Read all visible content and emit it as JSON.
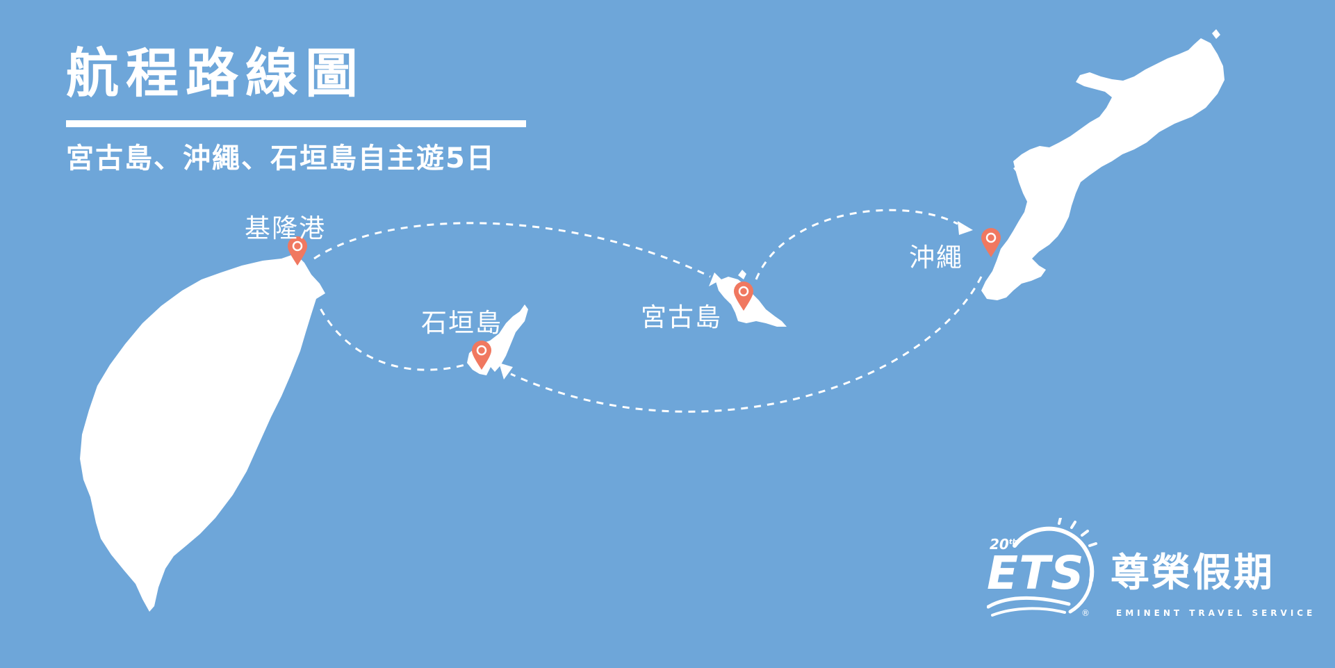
{
  "title": "航程路線圖",
  "subtitle": "宮古島、沖繩、石垣島自主遊5日",
  "places": {
    "keelung": "基隆港",
    "ishigaki": "石垣島",
    "miyako": "宮古島",
    "okinawa": "沖繩"
  },
  "colors": {
    "sea": "#6ea6d9",
    "land": "#ffffff",
    "marker": "#f07860",
    "route": "#ffffff"
  },
  "logo": {
    "brand": "ETS",
    "anniversary": "20",
    "anniversary_suffix": "th",
    "registered": "®",
    "name": "尊榮假期",
    "tagline": "EMINENT TRAVEL SERVICE"
  }
}
